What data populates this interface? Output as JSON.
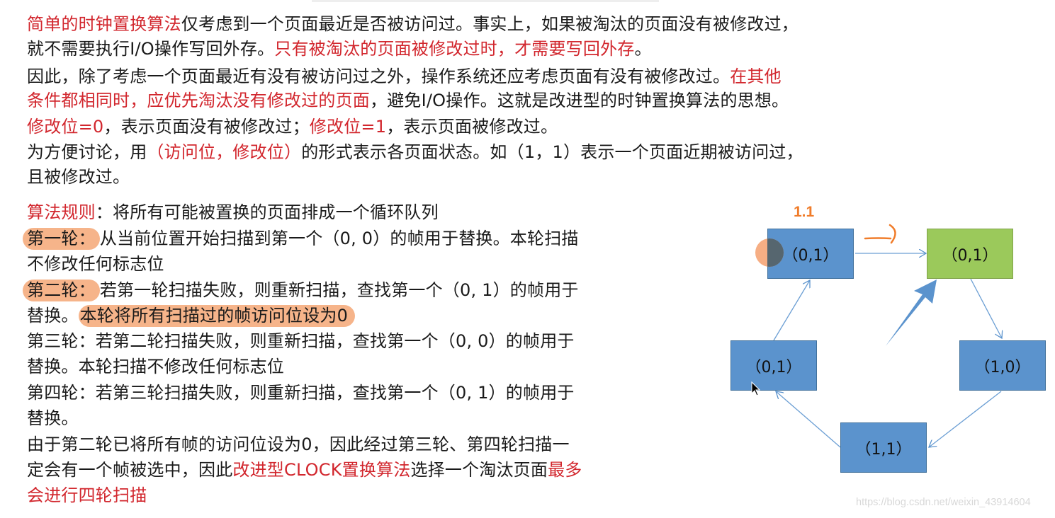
{
  "paragraphs": {
    "p1": {
      "line1": {
        "red": "简单的时钟置换算法",
        "black": "仅考虑到一个页面最近是否被访问过。事实上，如果被淘汰的页面没有被修改过，"
      },
      "line2": {
        "black": "就不需要执行I/O操作写回外存。",
        "red": "只有被淘汰的页面被修改过时，才需要写回外存",
        "end": "。"
      }
    },
    "p2": {
      "line1": {
        "black": "因此，除了考虑一个页面最近有没有被访问过之外，操作系统还应考虑页面有没有被修改过。",
        "red": "在其他"
      },
      "line2": {
        "red": "条件都相同时，应优先淘汰没有修改过的页面",
        "black": "，避免I/O操作。这就是改进型的时钟置换算法的思想。"
      }
    },
    "p3": {
      "red1": "修改位=0",
      "black1": "，表示页面没有被修改过；",
      "red2": "修改位=1",
      "black2": "，表示页面被修改过。"
    },
    "p4": {
      "line1": {
        "black1": "为方便讨论，用",
        "red": "（访问位，修改位）",
        "black2": "的形式表示各页面状态。如（1，1）表示一个页面近期被访问过，"
      },
      "line2": "且被修改过。"
    }
  },
  "rules": {
    "header": {
      "red": "算法规则",
      "black": "：将所有可能被置换的页面排成一个循环队列"
    },
    "round1": {
      "label": "第一轮：",
      "text1": "从当前位置开始扫描到第一个（0, 0）的帧用于替换。本轮扫描",
      "text2": "不修改任何标志位"
    },
    "round2": {
      "label": "第二轮：",
      "text1": "若第一轮扫描失败，则重新扫描，查找第一个（0, 1）的帧用于",
      "text2a": "替换。",
      "text2b": "本轮将所有扫描过的帧访问位设为0"
    },
    "round3": {
      "text1": "第三轮：若第二轮扫描失败，则重新扫描，查找第一个（0, 0）的帧用于",
      "text2": "替换。本轮扫描不修改任何标志位"
    },
    "round4": {
      "text1": "第四轮：若第三轮扫描失败，则重新扫描，查找第一个（0, 1）的帧用于",
      "text2": "替换。"
    },
    "conclusion": {
      "line1": "由于第二轮已将所有帧的访问位设为0，因此经过第三轮、第四轮扫描一",
      "line2a": "定会有一个帧被选中，因此",
      "line2b_red": "改进型CLOCK置换算法",
      "line2c": "选择一个淘汰页面",
      "line2d_red": "最多",
      "line3_red": "会进行四轮扫描"
    }
  },
  "diagram": {
    "annotation": "1.1",
    "nodes": [
      {
        "id": "top-left",
        "label": "（0,1）",
        "color": "#5b93cd"
      },
      {
        "id": "top-right",
        "label": "（0,1）",
        "color": "#9bc95b"
      },
      {
        "id": "right",
        "label": "（1,0）",
        "color": "#5b93cd"
      },
      {
        "id": "bottom",
        "label": "（1,1）",
        "color": "#5b93cd"
      },
      {
        "id": "left",
        "label": "（0,1）",
        "color": "#5b93cd"
      }
    ]
  },
  "colors": {
    "red_text": "#d2272e",
    "highlight": "#f6b48a",
    "annotation_orange": "#f07c2a",
    "box_blue": "#5b93cd",
    "box_green": "#9bc95b"
  },
  "watermark": "https://blog.csdn.net/weixin_43914604"
}
